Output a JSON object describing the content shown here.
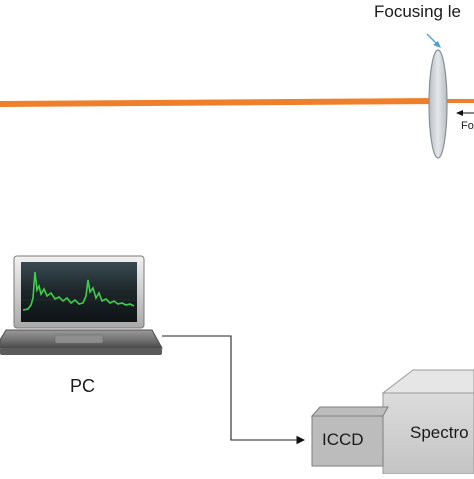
{
  "labels": {
    "focusing_lens": "Focusing le",
    "focal_marker": "Fo",
    "pc": "PC",
    "iccd": "ICCD",
    "spectrometer": "Spectro"
  },
  "colors": {
    "laser_beam": "#f07f2c",
    "lens_fill": "#cfd3d8",
    "lens_stroke": "#8a8f96",
    "box_fill": "#d2d2d2",
    "box_stroke": "#8c8c8c",
    "screen_trace": "#3ecf4a",
    "arrow_blue": "#4f9fd8"
  },
  "icons": {
    "computer": "laptop-icon",
    "lens": "convex-lens-icon"
  }
}
